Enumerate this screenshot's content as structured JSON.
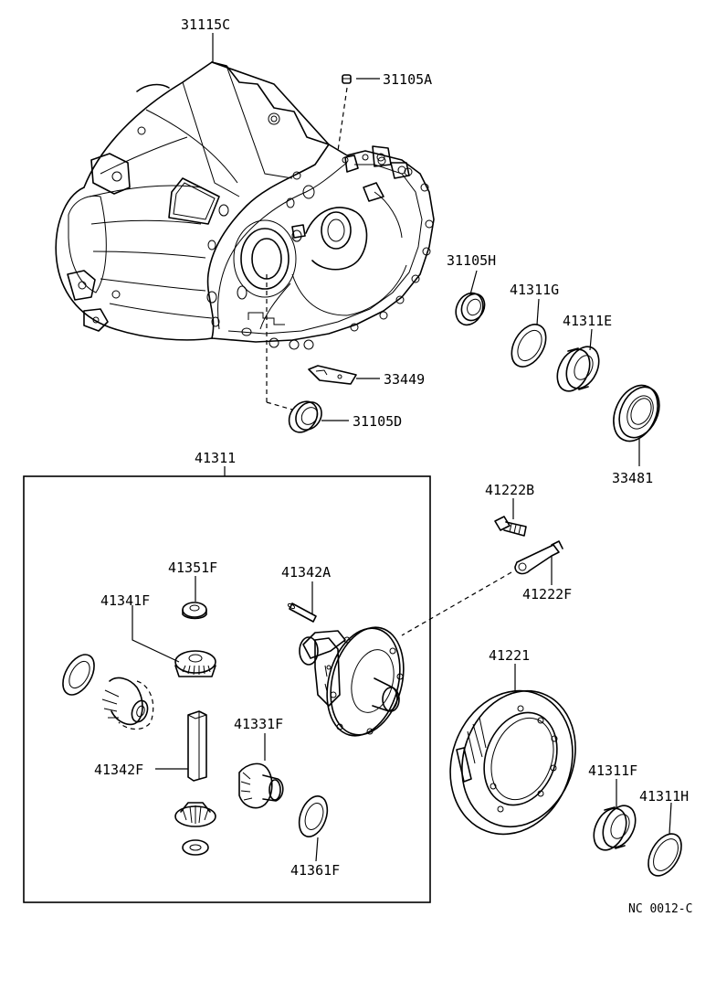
{
  "diagram": {
    "parts": [
      {
        "id": "p31115C",
        "label": "31115C"
      },
      {
        "id": "p31105A",
        "label": "31105A"
      },
      {
        "id": "p31105H",
        "label": "31105H"
      },
      {
        "id": "p41311G",
        "label": "41311G"
      },
      {
        "id": "p41311E",
        "label": "41311E"
      },
      {
        "id": "p33449",
        "label": "33449"
      },
      {
        "id": "p31105D",
        "label": "31105D"
      },
      {
        "id": "p33481",
        "label": "33481"
      },
      {
        "id": "p41311",
        "label": "41311"
      },
      {
        "id": "p41222B",
        "label": "41222B"
      },
      {
        "id": "p41222F",
        "label": "41222F"
      },
      {
        "id": "p41351F",
        "label": "41351F"
      },
      {
        "id": "p41342A",
        "label": "41342A"
      },
      {
        "id": "p41341F",
        "label": "41341F"
      },
      {
        "id": "p41221",
        "label": "41221"
      },
      {
        "id": "p41331F",
        "label": "41331F"
      },
      {
        "id": "p41342F",
        "label": "41342F"
      },
      {
        "id": "p41311F",
        "label": "41311F"
      },
      {
        "id": "p41311H",
        "label": "41311H"
      },
      {
        "id": "p41361F",
        "label": "41361F"
      }
    ],
    "figure_code": "NC 0012-C"
  }
}
